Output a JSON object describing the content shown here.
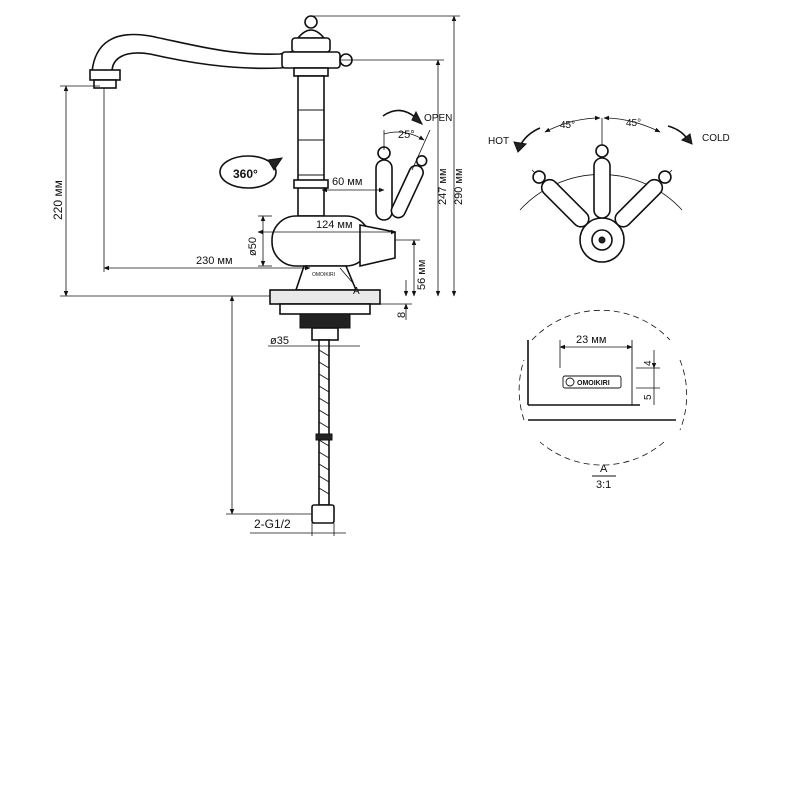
{
  "dimensions": {
    "height_220": "220 мм",
    "height_247": "247 мм",
    "height_290": "290 мм",
    "reach_230": "230 мм",
    "handle_60": "60 мм",
    "body_124": "124 мм",
    "body_dia": "ø50",
    "base_56": "56 мм",
    "base_8": "8",
    "shank_dia": "ø35",
    "hose_thread": "2-G1/2",
    "swivel": "360°",
    "handle_angle": "25°",
    "label_open": "OPEN",
    "section_marker": "A"
  },
  "handle_view": {
    "hot_label": "HOT",
    "cold_label": "COLD",
    "left_angle": "45°",
    "right_angle": "45°"
  },
  "detail": {
    "width": "23 мм",
    "dim_4": "4",
    "dim_5": "5",
    "brand": "OMOIKIRI",
    "label": "A",
    "scale": "3:1"
  }
}
